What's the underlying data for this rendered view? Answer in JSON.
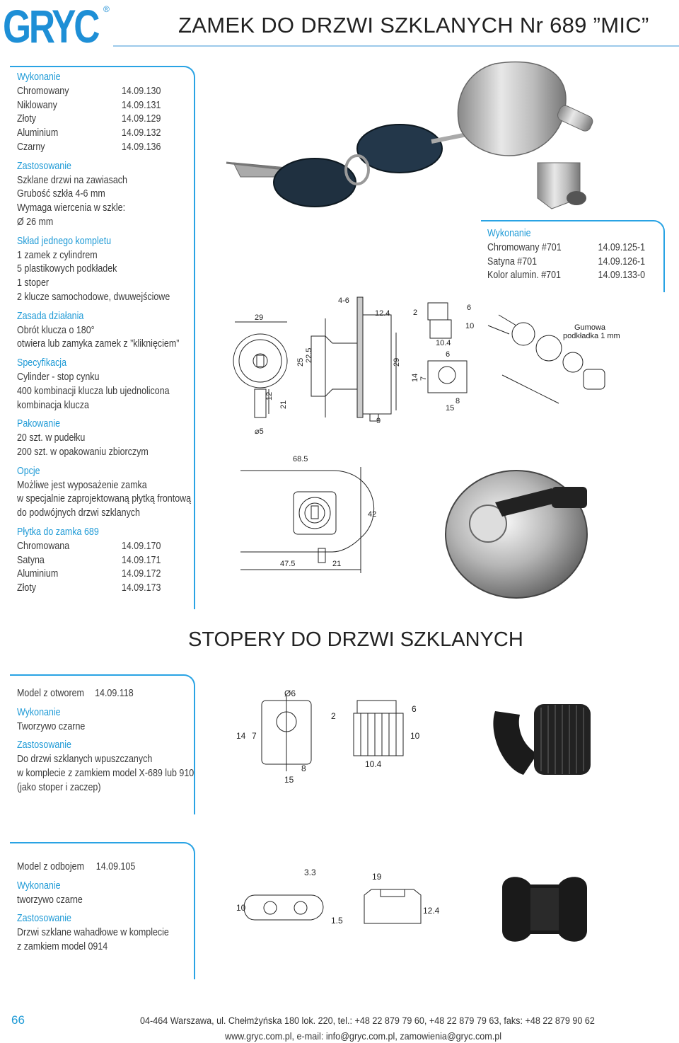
{
  "header": {
    "logo_text": "GRYC",
    "logo_reg": "®",
    "title": "ZAMEK DO DRZWI SZKLANYCH Nr 689 ”MIC”"
  },
  "main_box": {
    "wykonanie": {
      "heading": "Wykonanie",
      "rows": [
        {
          "k": "Chromowany",
          "v": "14.09.130"
        },
        {
          "k": "Niklowany",
          "v": "14.09.131"
        },
        {
          "k": "Złoty",
          "v": "14.09.129"
        },
        {
          "k": "Aluminium",
          "v": "14.09.132"
        },
        {
          "k": "Czarny",
          "v": "14.09.136"
        }
      ]
    },
    "zastosowanie": {
      "heading": "Zastosowanie",
      "lines": [
        "Szklane drzwi na zawiasach",
        "Grubość szkła 4-6 mm",
        "Wymaga wiercenia w szkle:",
        "Ø 26 mm"
      ]
    },
    "sklad": {
      "heading": "Skład jednego kompletu",
      "lines": [
        "1 zamek z cylindrem",
        "5 plastikowych podkładek",
        "1 stoper",
        "2 klucze samochodowe, dwuwejściowe"
      ]
    },
    "zasada": {
      "heading": "Zasada działania",
      "lines": [
        "Obrót klucza o 180°",
        "otwiera lub zamyka zamek z ”kliknięciem”"
      ]
    },
    "specyfikacja": {
      "heading": "Specyfikacja",
      "lines": [
        "Cylinder - stop cynku",
        "400 kombinacji klucza lub ujednolicona",
        "kombinacja klucza"
      ]
    },
    "pakowanie": {
      "heading": "Pakowanie",
      "lines": [
        "20 szt. w pudełku",
        "200 szt. w opakowaniu zbiorczym"
      ]
    },
    "opcje": {
      "heading": "Opcje",
      "lines": [
        "Możliwe jest wyposażenie zamka",
        "w specjalnie zaprojektowaną płytką frontową",
        "do podwójnych drzwi szklanych"
      ]
    },
    "plytka": {
      "heading": "Płytka do zamka 689",
      "rows": [
        {
          "k": "Chromowana",
          "v": "14.09.170"
        },
        {
          "k": "Satyna",
          "v": "14.09.171"
        },
        {
          "k": "Aluminium",
          "v": "14.09.172"
        },
        {
          "k": "Złoty",
          "v": "14.09.173"
        }
      ]
    }
  },
  "side_box": {
    "heading": "Wykonanie",
    "rows": [
      {
        "k": "Chromowany #701",
        "v": "14.09.125-1"
      },
      {
        "k": "Satyna #701",
        "v": "14.09.126-1"
      },
      {
        "k": "Kolor alumin. #701",
        "v": "14.09.133-0"
      }
    ]
  },
  "drawing1": {
    "d29": "29",
    "d46": "4-6",
    "d124": "12.4",
    "d2": "2",
    "d6": "6",
    "d10": "10",
    "d104": "10.4",
    "d25": "25",
    "d225": "22.5",
    "d29b": "29",
    "d12": "12",
    "d21": "21",
    "d5": "⌀5",
    "d9": "9",
    "d14": "14",
    "d7": "7",
    "d6b": "6",
    "d8": "8",
    "d15": "15",
    "d685": "68.5",
    "d42": "42",
    "d475": "47.5",
    "d21b": "21",
    "gumowa1": "Gumowa",
    "gumowa2": "podkładka 1 mm"
  },
  "section2": {
    "title": "STOPERY DO DRZWI SZKLANYCH"
  },
  "stoper1": {
    "model_k": "Model z otworem",
    "model_v": "14.09.118",
    "wyk_heading": "Wykonanie",
    "wyk_line": "Tworzywo czarne",
    "zast_heading": "Zastosowanie",
    "zast_lines": [
      "Do drzwi szklanych wpuszczanych",
      "w komplecie z zamkiem model X-689 lub 910",
      "(jako stoper i zaczep)"
    ],
    "dims": {
      "d6": "Ø6",
      "d14": "14",
      "d7": "7",
      "d8": "8",
      "d15": "15",
      "d2": "2",
      "d6b": "6",
      "d10": "10",
      "d104": "10.4"
    }
  },
  "stoper2": {
    "model_k": "Model z odbojem",
    "model_v": "14.09.105",
    "wyk_heading": "Wykonanie",
    "wyk_line": "tworzywo czarne",
    "zast_heading": "Zastosowanie",
    "zast_lines": [
      "Drzwi szklane wahadłowe w komplecie",
      "z zamkiem model 0914"
    ],
    "dims": {
      "d33": "3.3",
      "d10": "10",
      "d15": "1.5",
      "d19": "19",
      "d124": "12.4"
    }
  },
  "footer": {
    "page": "66",
    "line1": "04-464 Warszawa, ul. Chełmżyńska 180 lok. 220, tel.: +48 22 879 79 60, +48 22 879 79 63, faks: +48 22 879 90 62",
    "line2": "www.gryc.com.pl, e-mail: info@gryc.com.pl, zamowienia@gryc.com.pl"
  },
  "colors": {
    "accent": "#1e9ad6",
    "text": "#3a3a3a"
  }
}
